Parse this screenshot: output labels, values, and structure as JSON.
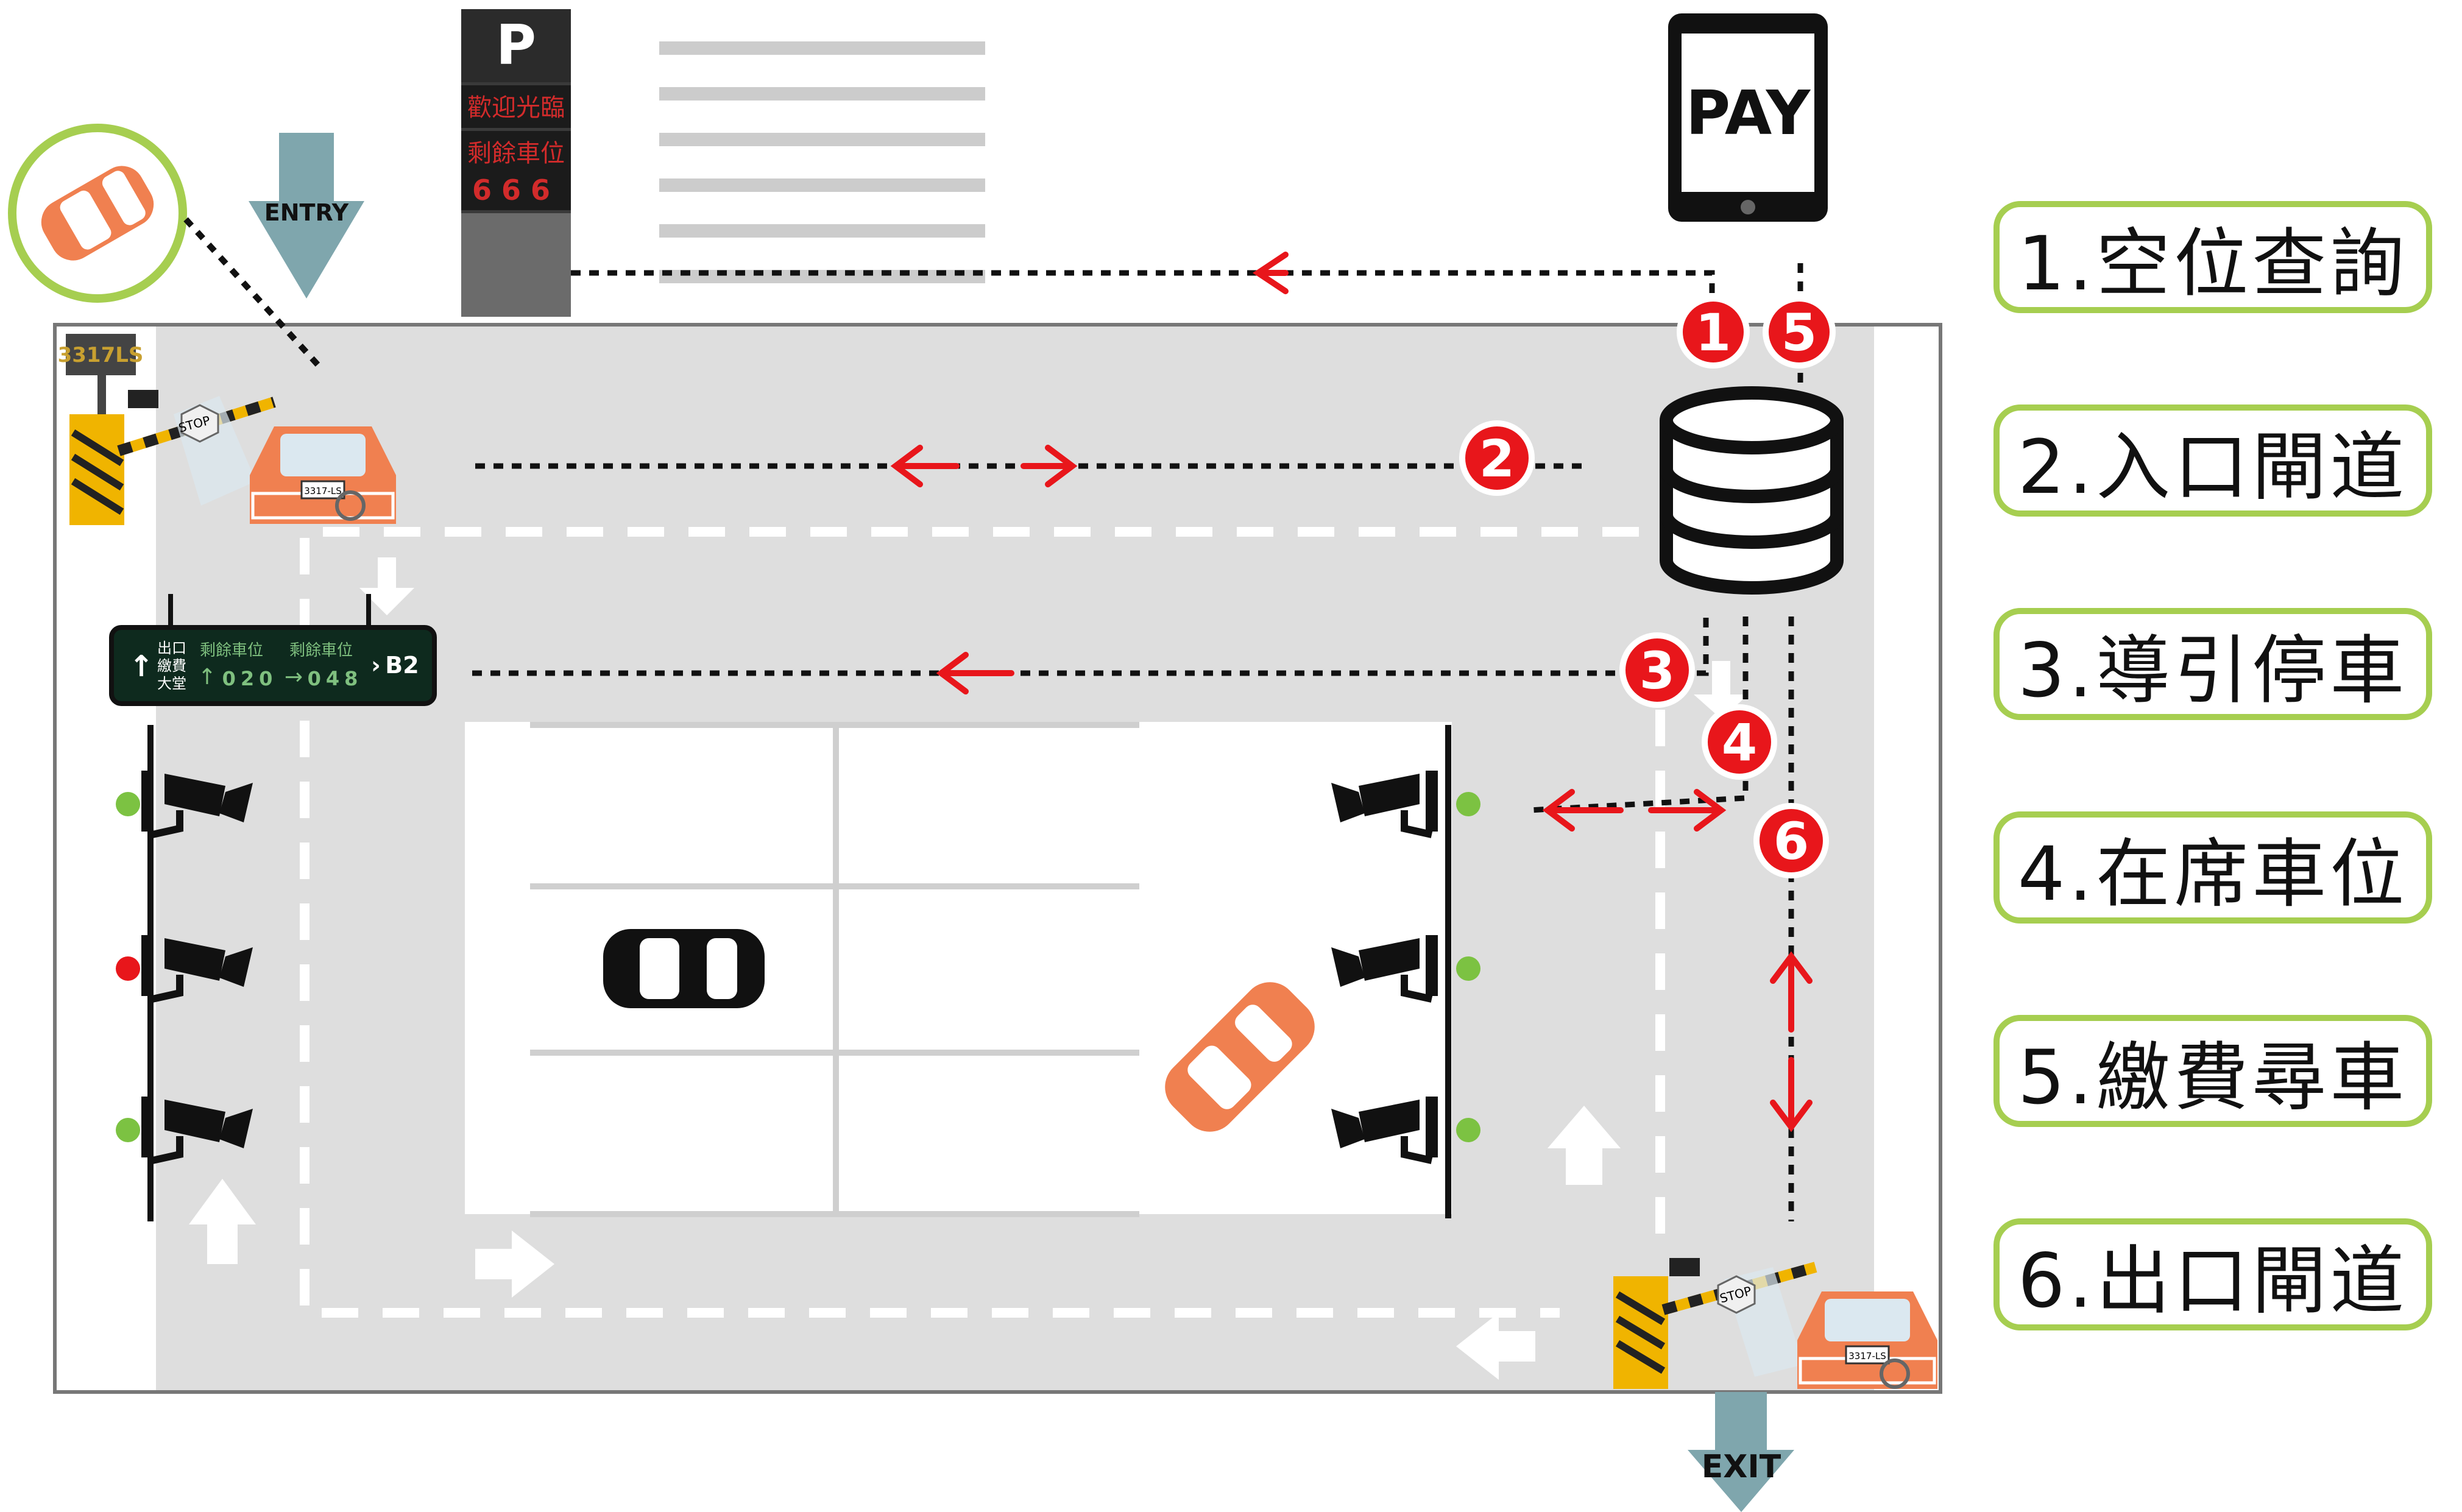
{
  "sign": {
    "p_label": "P",
    "welcome": "歡迎光臨",
    "remaining": "剩餘車位",
    "count": "666"
  },
  "phone": {
    "label": "PAY"
  },
  "entry": {
    "label": "ENTRY"
  },
  "exit": {
    "label": "EXIT"
  },
  "gate_display": "3317LS",
  "plate_text": "3317-LS",
  "guide_sign": {
    "dir1": "出口",
    "dir2": "繳費",
    "dir3": "大堂",
    "rem1_label": "剩餘車位",
    "rem1_value": "020",
    "rem2_label": "剩餘車位",
    "rem2_value": "048",
    "level": "B2"
  },
  "stop": "STOP",
  "markers": [
    "1",
    "5",
    "2",
    "3",
    "4",
    "6"
  ],
  "legend": [
    "1.空位查詢",
    "2.入口閘道",
    "3.導引停車",
    "4.在席車位",
    "5.繳費尋車",
    "6.出口閘道"
  ],
  "colors": {
    "red": "#e8161b",
    "green": "#a6ce50",
    "orange": "#f08050",
    "gray": "#dedede",
    "dark": "#222222"
  }
}
